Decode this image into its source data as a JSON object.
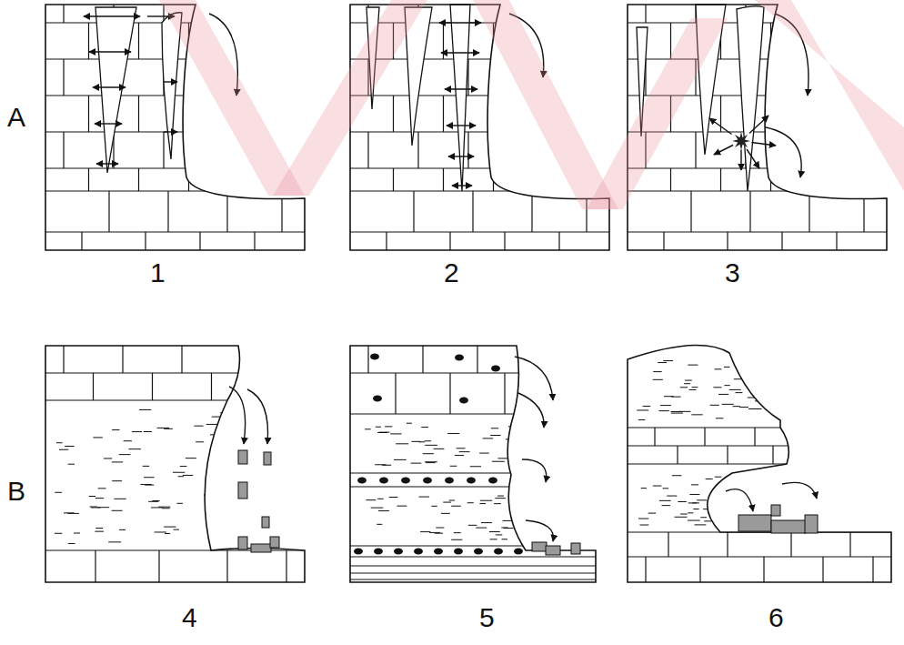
{
  "diagram": {
    "labels": [
      "A",
      "B",
      "1",
      "2",
      "3",
      "4",
      "5",
      "6"
    ]
  }
}
